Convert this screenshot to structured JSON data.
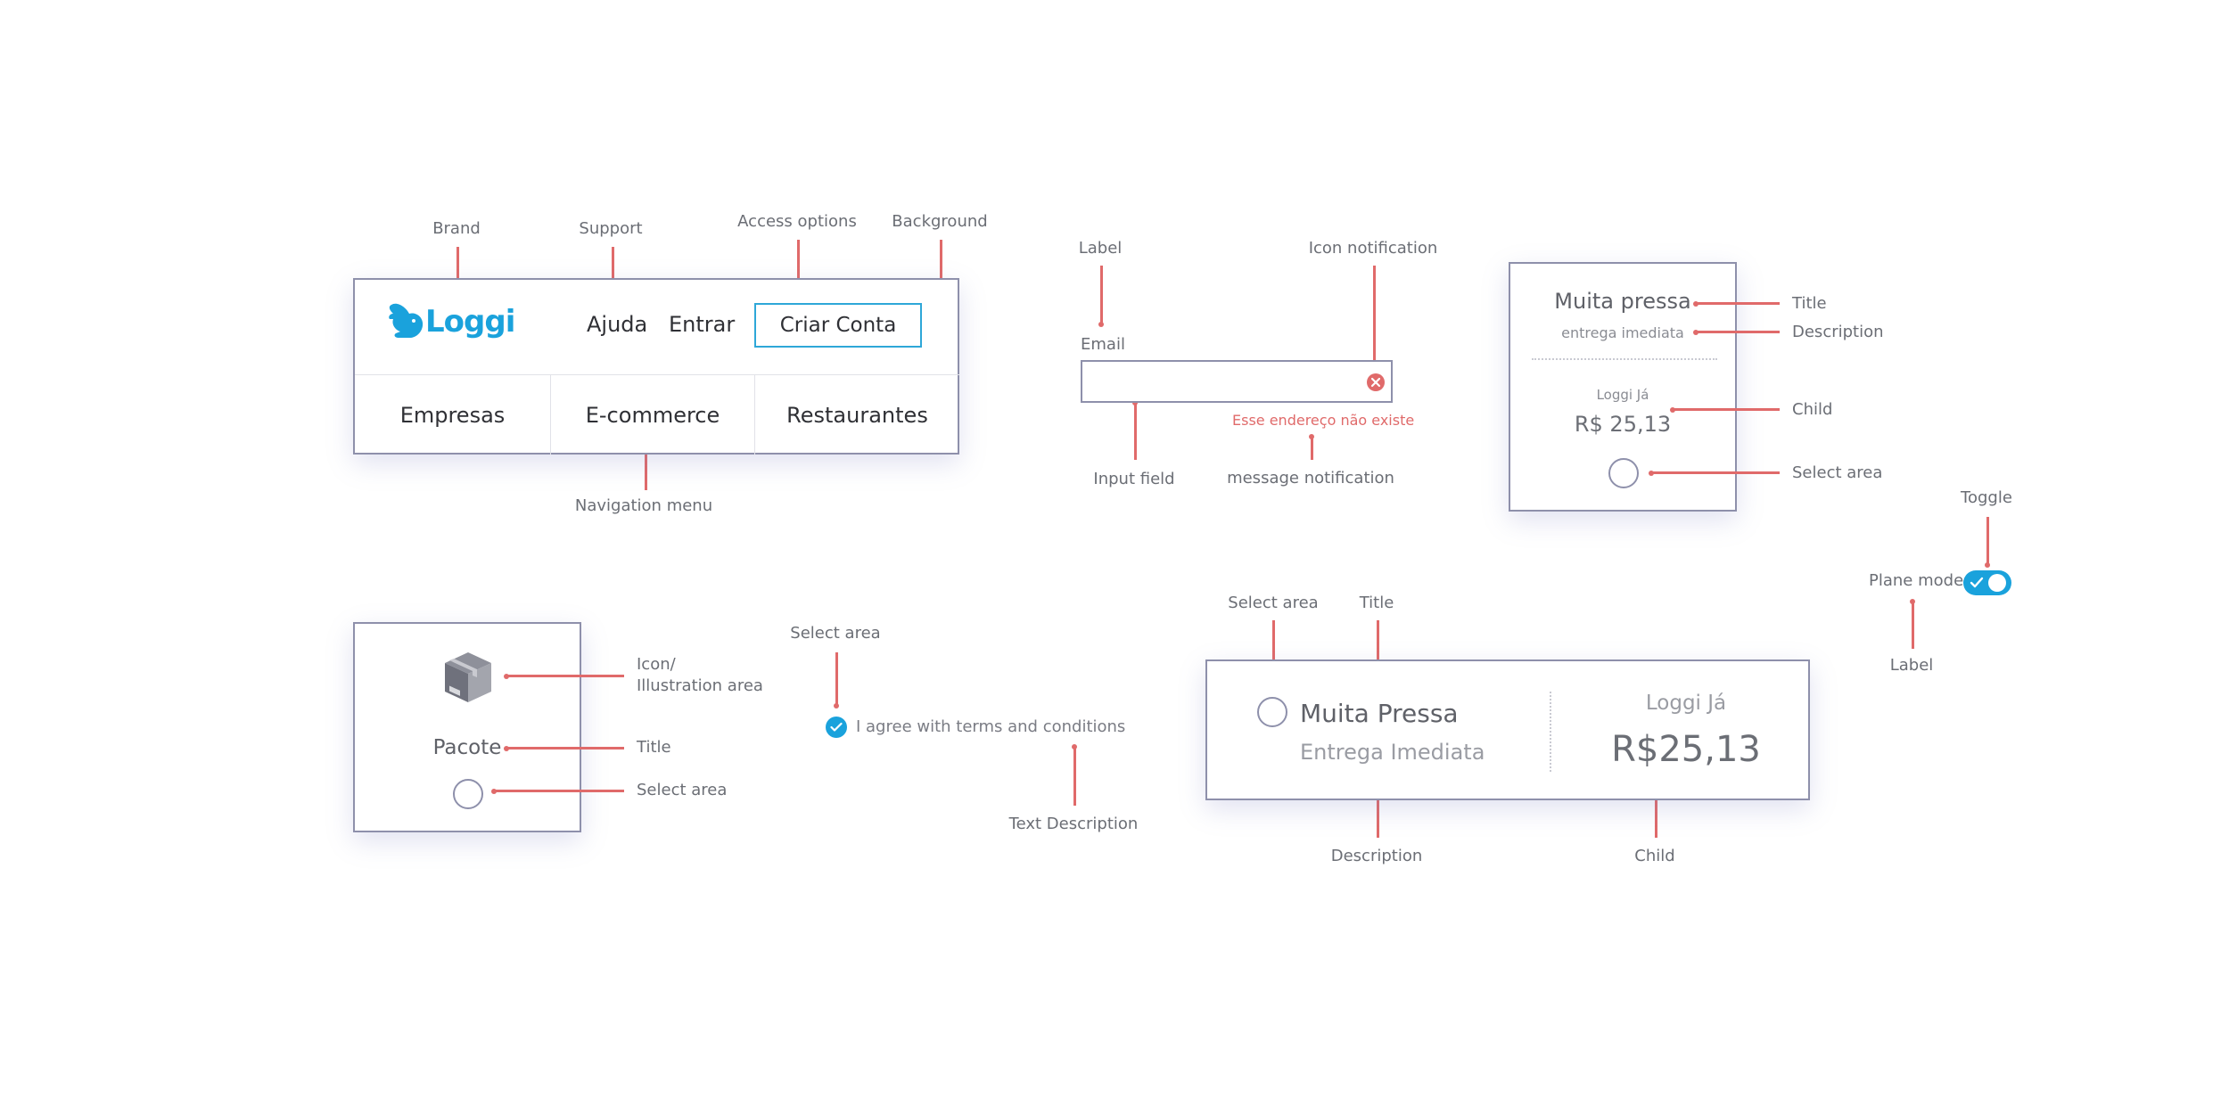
{
  "header_component": {
    "brand": "Loggi",
    "nav_links": [
      "Ajuda",
      "Entrar"
    ],
    "cta_label": "Criar Conta",
    "menu_items": [
      "Empresas",
      "E-commerce",
      "Restaurantes"
    ],
    "annotations": {
      "brand": "Brand",
      "support": "Support",
      "access": "Access options",
      "background": "Background",
      "nav_menu": "Navigation menu"
    }
  },
  "input_component": {
    "label": "Email",
    "value": "",
    "error_message": "Esse endereço não existe",
    "annotations": {
      "label": "Label",
      "icon_notification": "Icon notification",
      "input_field": "Input field",
      "message_notification": "message notification"
    }
  },
  "option_card_vertical": {
    "title": "Muita pressa",
    "description": "entrega imediata",
    "child_label": "Loggi Já",
    "child_price": "R$ 25,13",
    "annotations": {
      "title": "Title",
      "description": "Description",
      "child": "Child",
      "select_area": "Select area"
    }
  },
  "toggle_component": {
    "label": "Plane mode",
    "checked": true,
    "annotations": {
      "toggle": "Toggle",
      "label": "Label"
    }
  },
  "package_card": {
    "title": "Pacote",
    "annotations": {
      "icon_line1": "Icon/",
      "icon_line2": "Illustration area",
      "title": "Title",
      "select_area": "Select area"
    }
  },
  "checkbox_component": {
    "text": "I agree with terms and conditions",
    "checked": true,
    "annotations": {
      "select_area": "Select area",
      "text_description": "Text Description"
    }
  },
  "option_card_horizontal": {
    "title": "Muita Pressa",
    "description": "Entrega Imediata",
    "child_label": "Loggi Já",
    "child_price": "R$25,13",
    "annotations": {
      "select_area": "Select area",
      "title": "Title",
      "description": "Description",
      "child": "Child"
    }
  },
  "colors": {
    "accent": "#1aa2dc",
    "annotation_red": "#e06a6a",
    "border": "#8e90ab",
    "error": "#e06a6a"
  },
  "icons": [
    "rabbit-logo-icon",
    "error-circle-icon",
    "package-box-icon",
    "check-icon"
  ]
}
